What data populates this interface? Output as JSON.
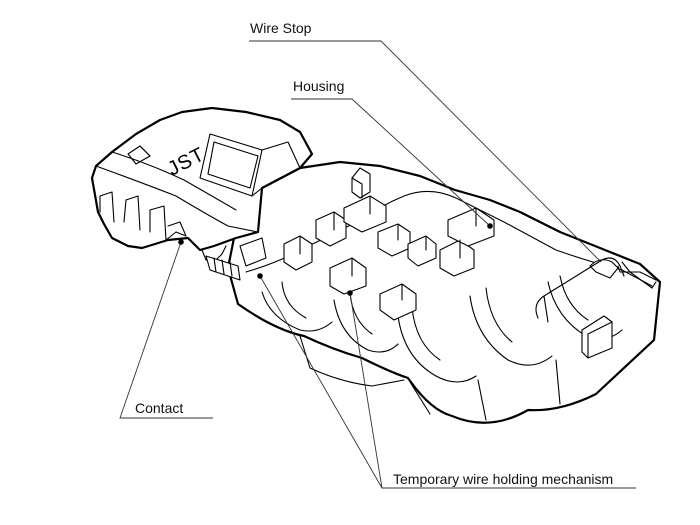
{
  "diagram": {
    "logo_text": "JST",
    "callouts": {
      "wire_stop": "Wire Stop",
      "housing": "Housing",
      "contact": "Contact",
      "holding": "Temporary wire holding mechanism"
    }
  }
}
